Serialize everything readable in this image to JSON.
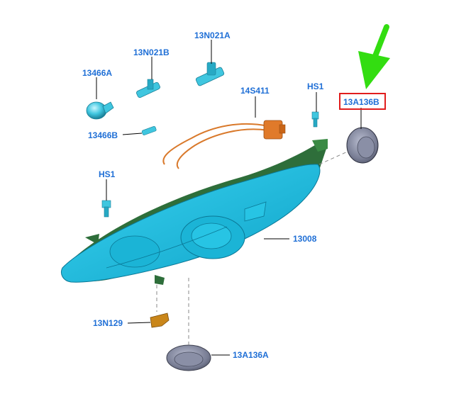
{
  "labels": {
    "p13466a": "13466A",
    "p13n021b": "13N021B",
    "p13n021a": "13N021A",
    "p14s411": "14S411",
    "p13466b": "13466B",
    "hs1_top": "HS1",
    "hs1_left": "HS1",
    "p13a136b": "13A136B",
    "p13008": "13008",
    "p13n129": "13N129",
    "p13a136a": "13A136A"
  },
  "highlighted_part": "13A136B",
  "colors": {
    "label_text": "#1f6fd6",
    "highlight_box": "#e11d1d",
    "arrow": "#33dd11",
    "lens": "#1ec3e6",
    "housing": "#2e6e3a",
    "wiring": "#d9792b",
    "cap": "#6b7083"
  }
}
